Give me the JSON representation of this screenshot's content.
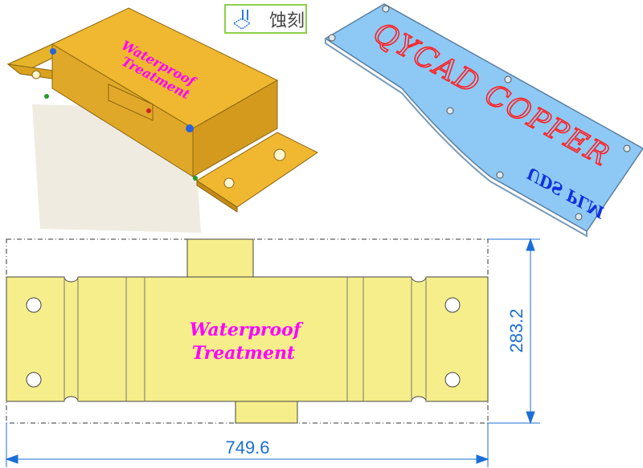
{
  "toolbar": {
    "etch_label": "蚀刻",
    "etch_icon": "etch-tool-icon"
  },
  "part_3d_left": {
    "engraving_line1": "Waterproof",
    "engraving_line2": "Treatment"
  },
  "part_3d_right": {
    "engraving_main": "QYCAD COPPER",
    "engraving_sub": "UDS PLM"
  },
  "flat_pattern": {
    "engraving_line1": "Waterproof",
    "engraving_line2": "Treatment",
    "dim_height": "283.2",
    "dim_width": "749.6"
  },
  "colors": {
    "gold": "#f2d64a",
    "engraving": "#ff00ff",
    "dimension": "#1a6fd6",
    "plate": "#8ec9f5"
  }
}
